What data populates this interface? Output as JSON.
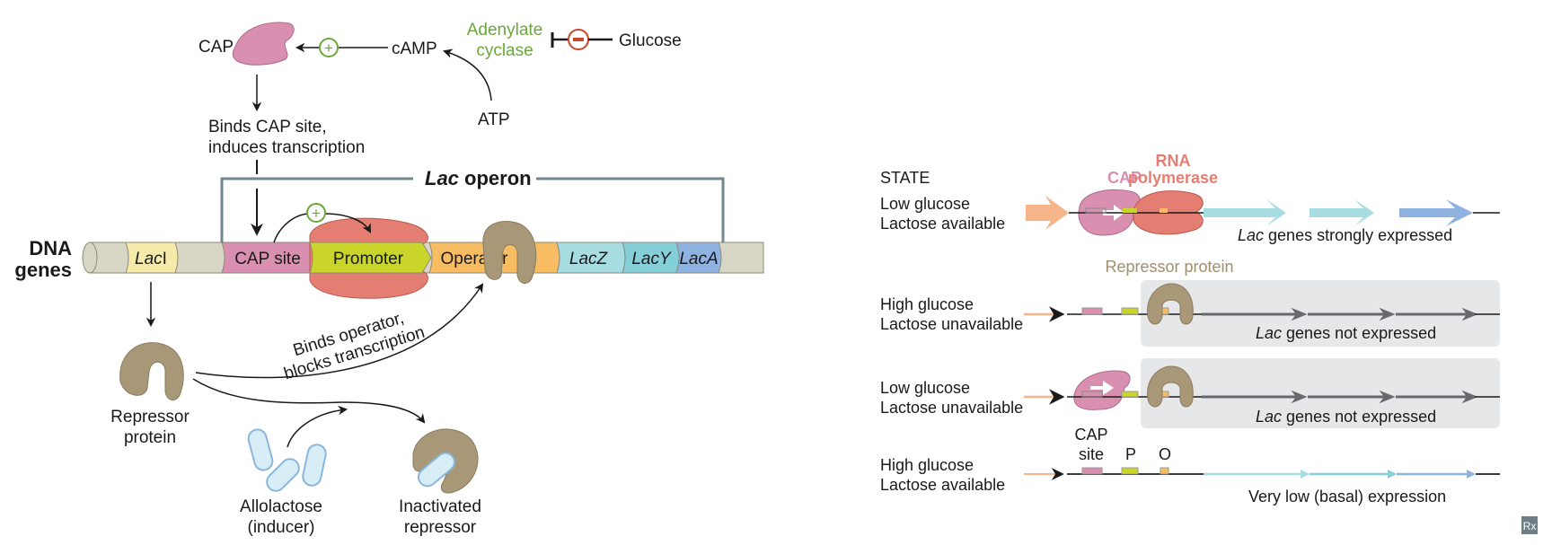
{
  "left": {
    "cap_label": "CAP",
    "camp_label": "cAMP",
    "adenylate_line1": "Adenylate",
    "adenylate_line2": "cyclase",
    "glucose_label": "Glucose",
    "atp_label": "ATP",
    "binds_cap_line1": "Binds CAP site,",
    "binds_cap_line2": "induces transcription",
    "operon_title_italic": "Lac",
    "operon_title_rest": " operon",
    "dna_line1": "DNA",
    "dna_line2": "genes",
    "segments": {
      "laci_italic": "Lac",
      "laci_rest": "I",
      "cap_site": "CAP site",
      "promoter": "Promoter",
      "operator": "Operator",
      "lacz": "LacZ",
      "lacy": "LacY",
      "laca": "LacA"
    },
    "binds_operator_line1": "Binds operator,",
    "binds_operator_line2": "blocks transcription",
    "repressor_line1": "Repressor",
    "repressor_line2": "protein",
    "allolactose_line1": "Allolactose",
    "allolactose_line2": "(inducer)",
    "inactivated_line1": "Inactivated",
    "inactivated_line2": "repressor",
    "plus_symbol": "+",
    "minus_symbol": "−"
  },
  "right": {
    "state_header": "STATE",
    "cap_label": "CAP",
    "rna_pol_line1": "RNA",
    "rna_pol_line2": "polymerase",
    "repressor_label": "Repressor protein",
    "states": [
      {
        "line1": "Low glucose",
        "line2": "Lactose available",
        "result_italic": "Lac",
        "result_rest": " genes strongly expressed"
      },
      {
        "line1": "High glucose",
        "line2": "Lactose unavailable",
        "result_italic": "Lac",
        "result_rest": " genes not expressed"
      },
      {
        "line1": "Low glucose",
        "line2": "Lactose unavailable",
        "result_italic": "Lac",
        "result_rest": " genes not expressed"
      },
      {
        "line1": "High glucose",
        "line2": "Lactose available",
        "result_italic": "",
        "result_rest": "Very low (basal) expression"
      }
    ],
    "site_labels": {
      "cap_line1": "CAP",
      "cap_line2": "site",
      "p": "P",
      "o": "O"
    },
    "rx_badge": "Rx"
  },
  "colors": {
    "cap_pink": "#d98fb0",
    "rna_pol": "#e47e72",
    "promoter": "#c9d52a",
    "operator": "#f8bd62",
    "repressor": "#a89878",
    "lacz": "#a8dce3",
    "lacy": "#85cfd8",
    "laca": "#8fb3e0",
    "dna_tube": "#d8d6c4",
    "laci": "#f5eaaa",
    "green": "#6aa83a",
    "red": "#c9472b",
    "operon_bracket": "#6f8a8e",
    "gray_box": "#e6e7e9"
  }
}
